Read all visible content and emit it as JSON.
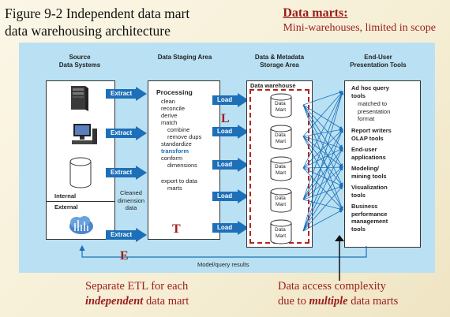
{
  "slide": {
    "title_line1": "Figure 9-2 Independent data mart",
    "title_line2": "data warehousing architecture",
    "callout_title": "Data marts:",
    "callout_subtitle": "Mini-warehouses, limited in scope",
    "bottom_left_line1": "Separate ETL for each",
    "bottom_left_em": "independent",
    "bottom_left_rest": " data mart",
    "bottom_right_line1": "Data access complexity",
    "bottom_right_pre": "due to ",
    "bottom_right_em": "multiple",
    "bottom_right_rest": " data marts",
    "letter_e": "E",
    "letter_t": "T",
    "letter_l": "L"
  },
  "diagram": {
    "col_source": [
      "Source",
      "Data Systems"
    ],
    "col_staging": "Data Staging Area",
    "col_storage": [
      "Data & Metadata",
      "Storage Area"
    ],
    "col_enduser": [
      "End-User",
      "Presentation Tools"
    ],
    "internal_label": "Internal",
    "external_label": "External",
    "extract_label": "Extract",
    "load_label": "Load",
    "cleaned_label": [
      "Cleaned",
      "dimension",
      "data"
    ],
    "processing": {
      "title": "Processing",
      "items": [
        "clean",
        "reconcile",
        "derive",
        "match",
        "combine",
        "remove dups",
        "standardize",
        "transform",
        "conform",
        "dimensions"
      ],
      "export": [
        "export to data",
        "marts"
      ]
    },
    "warehouse_label": "Data warehouse",
    "mart_label": [
      "Data",
      "Mart"
    ],
    "tools": [
      {
        "lines": [
          "Ad hoc query",
          "tools"
        ],
        "sub": [
          "matched to",
          "presentation",
          "format"
        ]
      },
      {
        "lines": [
          "Report writers",
          "OLAP tools"
        ],
        "sub": []
      },
      {
        "lines": [
          "End-user",
          "applications"
        ],
        "sub": []
      },
      {
        "lines": [
          "Modeling/",
          "mining tools"
        ],
        "sub": []
      },
      {
        "lines": [
          "Visualization",
          "tools"
        ],
        "sub": []
      },
      {
        "lines": [
          "Business",
          "performance",
          "management",
          "tools"
        ],
        "sub": []
      }
    ],
    "feedback_label": "Model/query results"
  }
}
